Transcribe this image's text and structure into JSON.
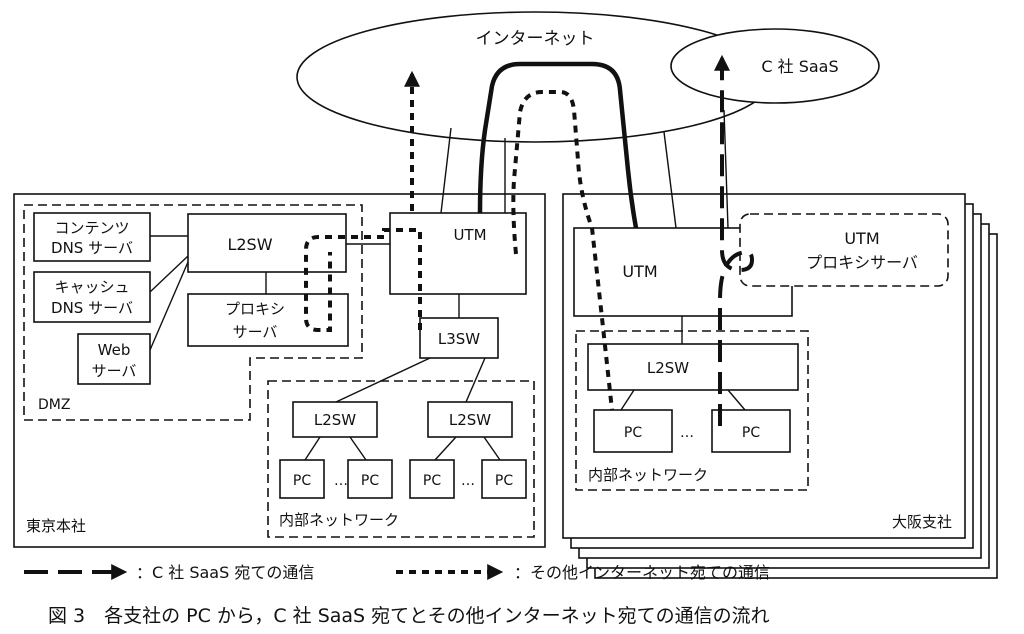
{
  "internet": {
    "label": "インターネット"
  },
  "saas_cloud": {
    "label": "C 社 SaaS"
  },
  "tokyo": {
    "label": "東京本社",
    "dmz_label": "DMZ",
    "contents_dns": [
      "コンテンツ",
      "DNS サーバ"
    ],
    "cache_dns": [
      "キャッシュ",
      "DNS サーバ"
    ],
    "web_server": [
      "Web",
      "サーバ"
    ],
    "dmz_l2sw": "L2SW",
    "proxy": [
      "プロキシ",
      "サーバ"
    ],
    "utm": "UTM",
    "l3sw": "L3SW",
    "l2sw_left": "L2SW",
    "l2sw_right": "L2SW",
    "pc": "PC",
    "ellipsis": "…",
    "internal_network": "内部ネットワーク"
  },
  "osaka": {
    "label": "大阪支社",
    "utm": "UTM",
    "utm_proxy": [
      "UTM",
      "プロキシサーバ"
    ],
    "l2sw": "L2SW",
    "pc": "PC",
    "ellipsis": "…",
    "internal_network": "内部ネットワーク"
  },
  "legend": {
    "saas": "：C 社 SaaS 宛ての通信",
    "other": "：その他インターネット宛ての通信"
  },
  "caption": "図 3　各支社の PC から，C 社 SaaS 宛てとその他インターネット宛ての通信の流れ"
}
